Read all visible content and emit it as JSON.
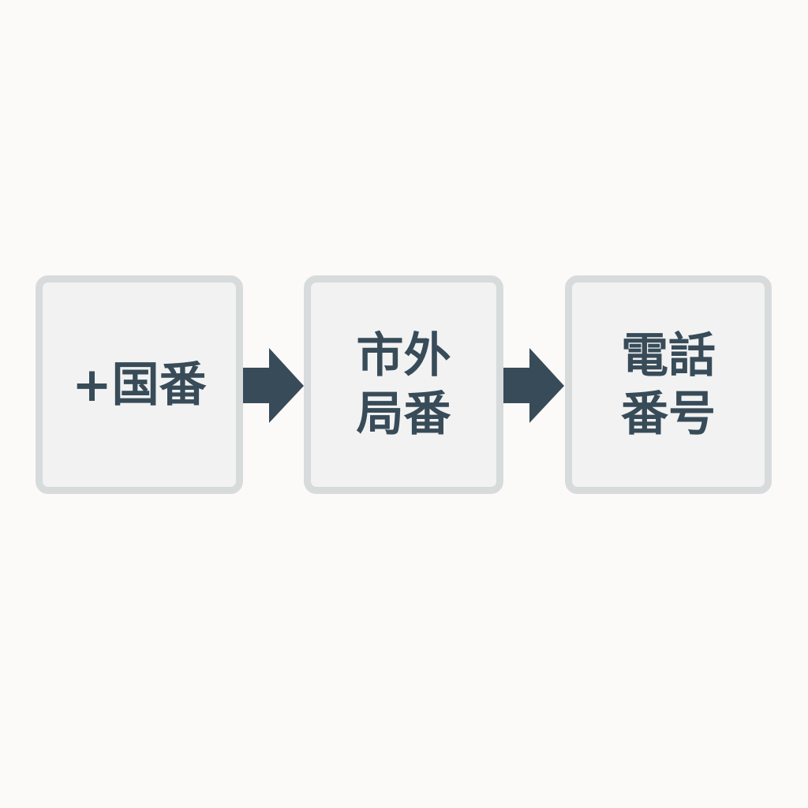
{
  "diagram": {
    "type": "flow",
    "direction": "left-to-right",
    "colors": {
      "background": "#fcfaf8",
      "box_fill": "#f2f2f2",
      "box_border": "#d7dbdc",
      "text": "#384b58",
      "arrow": "#384b58"
    },
    "steps": [
      {
        "lines": [
          "+国番"
        ]
      },
      {
        "lines": [
          "市外",
          "局番"
        ]
      },
      {
        "lines": [
          "電話",
          "番号"
        ]
      }
    ],
    "connectors": [
      {
        "from": 0,
        "to": 1,
        "icon": "right-arrow-icon"
      },
      {
        "from": 1,
        "to": 2,
        "icon": "right-arrow-icon"
      }
    ]
  }
}
